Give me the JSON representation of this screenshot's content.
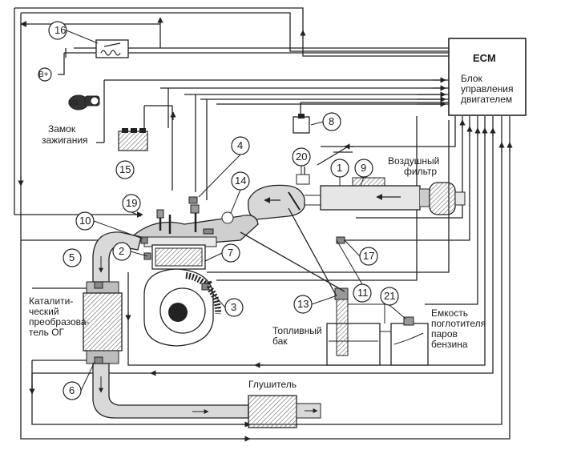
{
  "ecm": {
    "title": "ECM",
    "line1": "Блок",
    "line2": "управления",
    "line3": "двигателем"
  },
  "labels": {
    "ignition_1": "Замок",
    "ignition_2": "зажигания",
    "battery": "B+",
    "air_filter_1": "Воздушный",
    "air_filter_2": "фильтр",
    "catalyst_1": "Каталити-",
    "catalyst_2": "ческий",
    "catalyst_3": "преобразова-",
    "catalyst_4": "тель ОГ",
    "fuel_tank_1": "Топливный",
    "fuel_tank_2": "бак",
    "canister_1": "Емкость",
    "canister_2": "поглотителя",
    "canister_3": "паров",
    "canister_4": "бензина",
    "muffler": "Глушитель"
  },
  "callouts": [
    "1",
    "2",
    "3",
    "4",
    "5",
    "6",
    "7",
    "8",
    "9",
    "10",
    "11",
    "13",
    "14",
    "15",
    "16",
    "17",
    "19",
    "20",
    "21"
  ]
}
